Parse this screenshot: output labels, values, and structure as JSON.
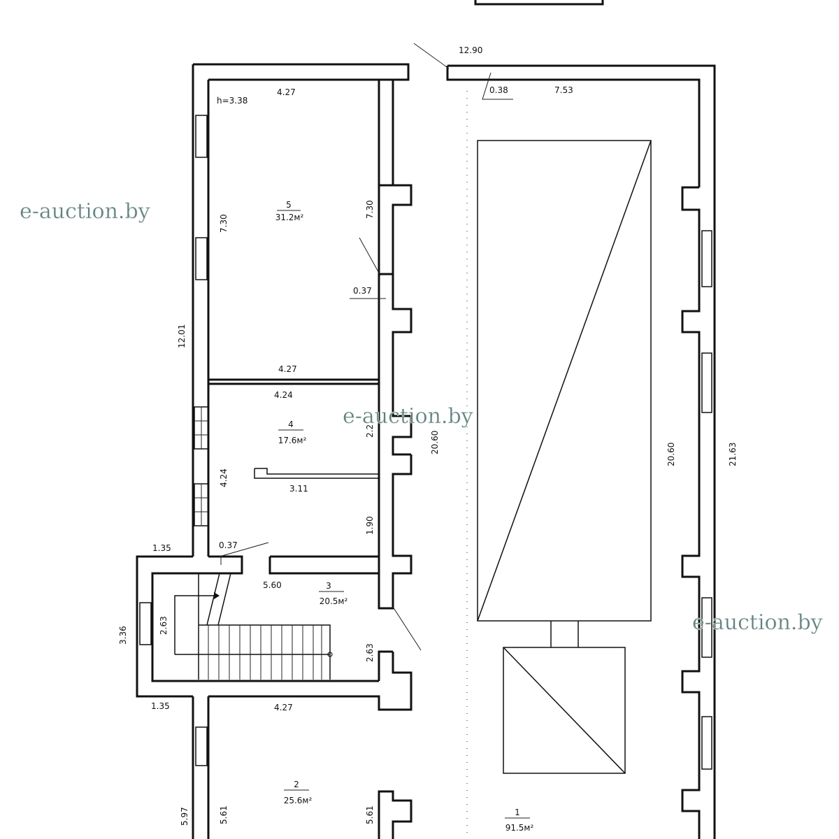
{
  "watermark": "e-auction.by",
  "height_note": "h=3.38",
  "dimensions": {
    "overall_width": "12.90",
    "top_right_wall": "0.38",
    "top_right_span": "7.53",
    "room5_top": "4.27",
    "room5_left": "7.30",
    "room5_right": "7.30",
    "wall_thickness_mid": "0.37",
    "left_total": "12.01",
    "partition_top": "4.27",
    "partition_bottom": "4.24",
    "room4_right_upper": "2.2",
    "room4_left": "4.24",
    "room4_partition": "3.11",
    "room4_right_lower": "1.90",
    "corridor_length": "20.60",
    "hall_length": "20.60",
    "outer_right_length": "21.63",
    "porch_offset_top": "1.35",
    "porch_wall": "0.37",
    "stair_span": "5.60",
    "porch_height": "3.36",
    "stair_left": "2.63",
    "stair_right": "2.63",
    "porch_offset_bottom": "1.35",
    "room2_top": "4.27",
    "left_outer_bottom": "5.97",
    "room2_left": "5.61",
    "room2_right": "5.61"
  },
  "rooms": [
    {
      "number": "5",
      "area": "31.2м²"
    },
    {
      "number": "4",
      "area": "17.6м²"
    },
    {
      "number": "3",
      "area": "20.5м²"
    },
    {
      "number": "2",
      "area": "25.6м²"
    },
    {
      "number": "1",
      "area": "91.5м²"
    }
  ]
}
